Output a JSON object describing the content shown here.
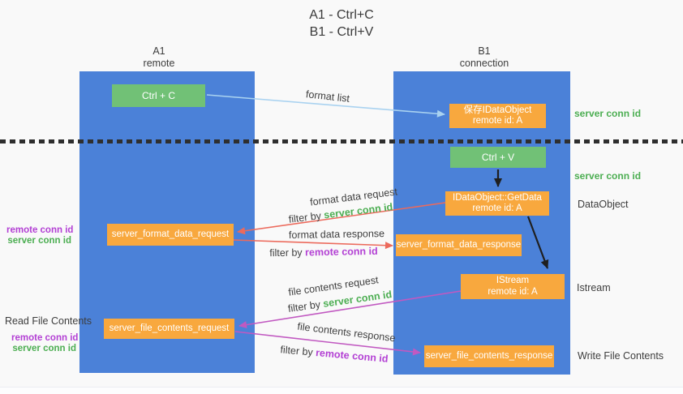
{
  "title": {
    "line1": "A1 - Ctrl+C",
    "line2": "B1 - Ctrl+V"
  },
  "lanes": {
    "a1": {
      "name": "A1",
      "subtitle": "remote"
    },
    "b1": {
      "name": "B1",
      "subtitle": "connection"
    }
  },
  "nodes": {
    "ctrl_c": {
      "label": "Ctrl + C"
    },
    "ctrl_v": {
      "label": "Ctrl + V"
    },
    "save_idataobject": {
      "line1": "保存IDataObject",
      "line2": "remote id: A"
    },
    "getdata": {
      "line1": "IDataObject::GetData",
      "line2": "remote id: A"
    },
    "istream": {
      "line1": "IStream",
      "line2": "remote id: A"
    },
    "format_request": {
      "label": "server_format_data_request"
    },
    "format_response": {
      "label": "server_format_data_response"
    },
    "file_request": {
      "label": "server_file_contents_request"
    },
    "file_response": {
      "label": "server_file_contents_response"
    }
  },
  "side_labels": {
    "server_conn_id_top": "server conn id",
    "server_conn_id_mid": "server conn id",
    "dataobject": "DataObject",
    "istream": "Istream",
    "write_file_contents": "Write File Contents",
    "read_file_contents": "Read File Contents",
    "format_ids": {
      "remote": "remote conn id",
      "server": "server conn id"
    },
    "file_ids": {
      "remote": "remote conn id",
      "server": "server conn id"
    }
  },
  "flow_labels": {
    "format_list": "format list",
    "format_data_request": "format data request",
    "format_data_response": "format data response",
    "file_contents_request": "file contents request",
    "file_contents_response": "file contents response",
    "filter_by": "filter by",
    "server_conn_id": "server conn id",
    "remote_conn_id": "remote conn id"
  },
  "colors": {
    "panel_blue": "#4b81d8",
    "node_green": "#71c176",
    "node_orange": "#f8a83e",
    "text_green": "#4cae52",
    "text_purple": "#b340d4",
    "arrow_red": "#ec6a5c",
    "arrow_magenta": "#c159c1",
    "arrow_lightblue": "#a9d2f0",
    "arrow_black": "#1f1f1f"
  }
}
